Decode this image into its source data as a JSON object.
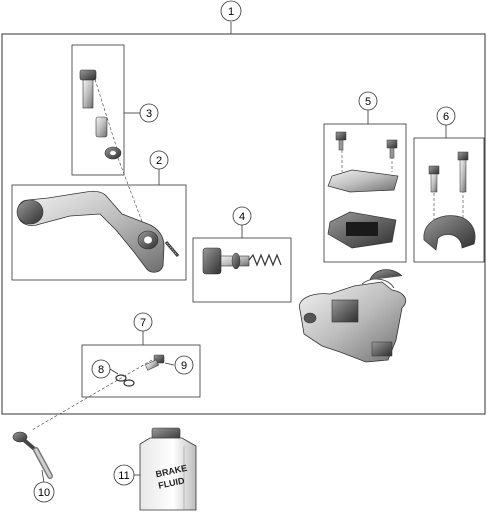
{
  "callouts": {
    "c1": "1",
    "c2": "2",
    "c3": "3",
    "c4": "4",
    "c5": "5",
    "c6": "6",
    "c7": "7",
    "c8": "8",
    "c9": "9",
    "c10": "10",
    "c11": "11"
  },
  "bottle_label": {
    "line1": "BRAKE",
    "line2": "FLUID"
  }
}
